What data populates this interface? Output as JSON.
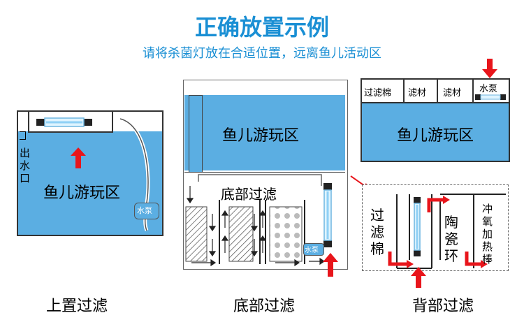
{
  "header": {
    "title": "正确放置示例",
    "subtitle": "请将杀菌灯放在合适位置，远离鱼儿活动区"
  },
  "panel1": {
    "caption": "上置过滤",
    "fish_zone": "鱼儿游玩区",
    "outlet": "出水口",
    "pump": "水泵"
  },
  "panel2": {
    "caption": "底部过滤",
    "fish_zone": "鱼儿游玩区",
    "sump_label": "底部过滤",
    "pump": "水泵"
  },
  "panel3": {
    "caption": "背部过滤",
    "fish_zone": "鱼儿游玩区",
    "top_slots": [
      "过滤棉",
      "滤材",
      "滤材",
      "水泵"
    ],
    "chamber1": "过滤棉",
    "chamber2": "陶瓷环",
    "chamber3": "冲氧加热棒"
  },
  "colors": {
    "accent_blue": "#1a8fd4",
    "water": "#5baee2",
    "arrow_red": "#e8151b"
  }
}
